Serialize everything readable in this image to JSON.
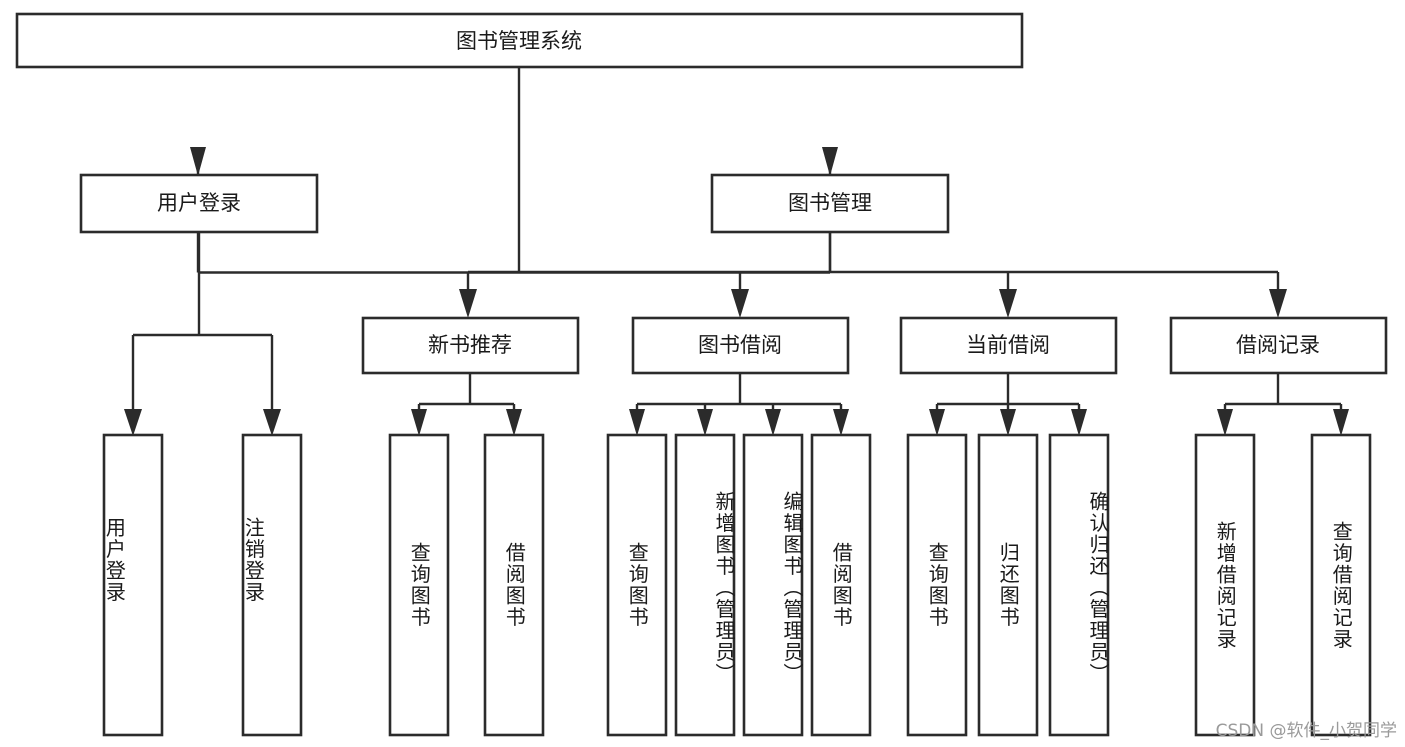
{
  "diagram": {
    "title": "图书管理系统",
    "type": "hierarchy-tree",
    "watermark": "CSDN @软件_小贺同学",
    "root": {
      "label": "图书管理系统"
    },
    "level2": [
      {
        "label": "用户登录"
      },
      {
        "label": "图书管理"
      }
    ],
    "level3": [
      {
        "label": "新书推荐"
      },
      {
        "label": "图书借阅"
      },
      {
        "label": "当前借阅"
      },
      {
        "label": "借阅记录"
      }
    ],
    "leaves": {
      "user_login": [
        {
          "label": "用户登录"
        },
        {
          "label": "注销登录"
        }
      ],
      "new_book_recommend": [
        {
          "label": "查询图书"
        },
        {
          "label": "借阅图书"
        }
      ],
      "book_borrow": [
        {
          "label": "查询图书"
        },
        {
          "label": "新增图书（管理员）"
        },
        {
          "label": "编辑图书（管理员）"
        },
        {
          "label": "借阅图书"
        }
      ],
      "current_borrow": [
        {
          "label": "查询图书"
        },
        {
          "label": "归还图书"
        },
        {
          "label": "确认归还（管理员）"
        }
      ],
      "borrow_record": [
        {
          "label": "新增借阅记录"
        },
        {
          "label": "查询借阅记录"
        }
      ]
    },
    "colors": {
      "stroke": "#2b2b2b",
      "fill": "#ffffff",
      "text": "#1a1a1a",
      "watermark": "#9a9a9a"
    }
  }
}
